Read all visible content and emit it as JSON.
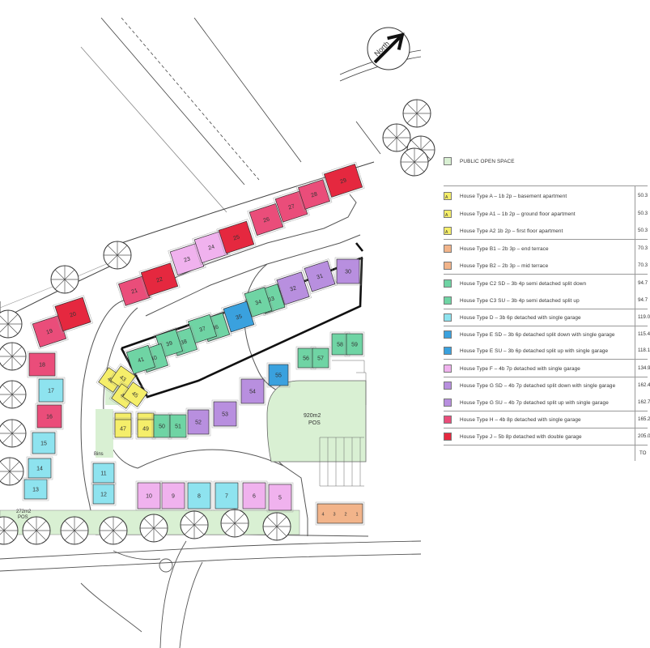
{
  "north_label": "North",
  "pos_labels": {
    "pos_east_area": "920m2",
    "pos_east": "POS",
    "pos_south_area": "272m2",
    "pos_south": "POS",
    "bins": "Bins"
  },
  "plot_numbers": [
    "1",
    "2",
    "3",
    "4",
    "5",
    "6",
    "7",
    "8",
    "9",
    "10",
    "11",
    "12",
    "13",
    "14",
    "15",
    "16",
    "17",
    "18",
    "19",
    "20",
    "21",
    "22",
    "23",
    "24",
    "25",
    "26",
    "27",
    "28",
    "29",
    "30",
    "31",
    "32",
    "33",
    "34",
    "35",
    "36",
    "37",
    "38",
    "39",
    "40",
    "41",
    "42",
    "43",
    "44",
    "45",
    "46",
    "47",
    "48",
    "49",
    "50",
    "51",
    "52",
    "53",
    "54",
    "55",
    "56",
    "57",
    "58",
    "59"
  ],
  "colors": {
    "pos": "#d9f0d3",
    "type_a": "#f5ee6a",
    "type_b": "#f2b48a",
    "type_c": "#6fd4a4",
    "type_d": "#8ee3ef",
    "type_e": "#3aa1de",
    "type_f": "#f0b2ee",
    "type_g": "#b88fdf",
    "type_h": "#ea4d7a",
    "type_j": "#e5283f"
  },
  "legend": {
    "pos": {
      "label": "PUBLIC OPEN SPACE",
      "color": "#d9f0d3"
    },
    "types": [
      {
        "mark": "A",
        "label": "House Type A  –  1b  2p  –  basement apartment",
        "area": "50.3",
        "color": "#f5ee6a"
      },
      {
        "mark": "A",
        "label": "House Type A1 – 1b  2p  – ground floor apartment",
        "area": "50.3",
        "color": "#f5ee6a"
      },
      {
        "mark": "A",
        "label": "House Type A2  1b  2p  –  first floor apartment",
        "area": "50.3",
        "color": "#f5ee6a"
      },
      {
        "mark": "",
        "label": "House Type B1 – 2b  3p  –   end  terrace",
        "area": "70.3",
        "color": "#f2b48a"
      },
      {
        "mark": "",
        "label": "House Type B2 – 2b  3p  –   mid  terrace",
        "area": "70.3",
        "color": "#f2b48a"
      },
      {
        "mark": "",
        "label": "House Type C2  SD  –  3b  4p  semi detached  split down",
        "area": "94.7",
        "color": "#6fd4a4"
      },
      {
        "mark": "",
        "label": "House Type C3  SU  –  3b  4p  semi detached  split up",
        "area": "94.7",
        "color": "#6fd4a4"
      },
      {
        "mark": "",
        "label": "House Type D  –  3b  6p  detached  with  single  garage",
        "area": "119.0",
        "color": "#8ee3ef"
      },
      {
        "mark": "",
        "label": "House Type E  SD  –  3b  6p  detached  split down  with  single  garage",
        "area": "115.4",
        "color": "#3aa1de"
      },
      {
        "mark": "",
        "label": "House Type E  SU  –  3b  6p  detached  split up  with  single  garage",
        "area": "118.1",
        "color": "#3aa1de"
      },
      {
        "mark": "",
        "label": "House Type F  –  4b  7p  detached  with  single  garage",
        "area": "134.9",
        "color": "#f0b2ee"
      },
      {
        "mark": "",
        "label": "House Type G  SD  –  4b  7p  detached  split down  with  single  garage",
        "area": "162.4",
        "color": "#b88fdf"
      },
      {
        "mark": "",
        "label": "House Type G  SU  –  4b  7p  detached  split up  with  single  garage",
        "area": "162.7",
        "color": "#b88fdf"
      },
      {
        "mark": "",
        "label": "House Type H  –  4b  8p  detached  with  single  garage",
        "area": "165.2",
        "color": "#ea4d7a"
      },
      {
        "mark": "",
        "label": "House Type J  –  5b  8p  detached  with  double  garage",
        "area": "205.0",
        "color": "#e5283f"
      }
    ],
    "total_label": "TO"
  }
}
